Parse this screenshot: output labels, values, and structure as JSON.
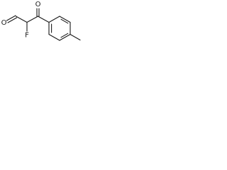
{
  "molecule": {
    "atoms": {
      "aldehyde_oxygen": "O",
      "fluorine": "F",
      "ketone_oxygen": "O"
    },
    "colors": {
      "bond": "#1a1a1a",
      "label": "#1a1a1a",
      "background": "#ffffff"
    }
  }
}
